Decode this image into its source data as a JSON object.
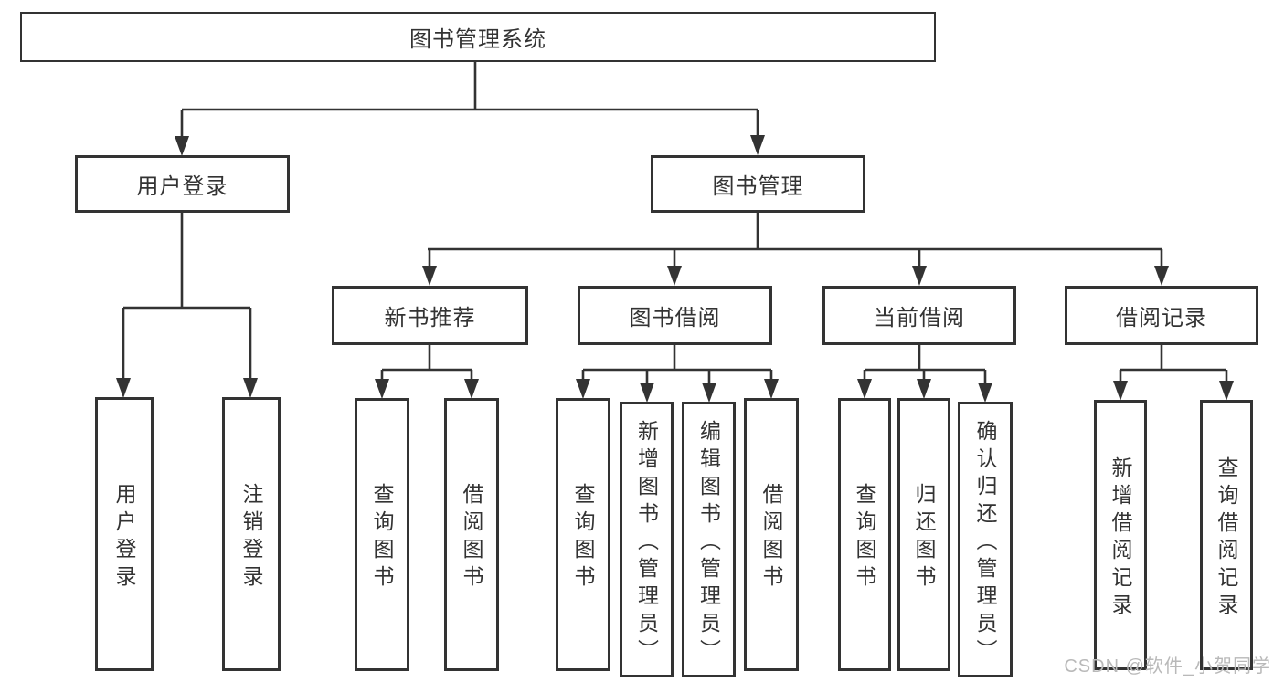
{
  "diagram": {
    "root": {
      "label": "图书管理系统"
    },
    "branches": [
      {
        "label": "用户登录",
        "children": [
          {
            "label": "用户登录"
          },
          {
            "label": "注销登录"
          }
        ]
      },
      {
        "label": "图书管理",
        "children": [
          {
            "label": "新书推荐",
            "children": [
              {
                "label": "查询图书"
              },
              {
                "label": "借阅图书"
              }
            ]
          },
          {
            "label": "图书借阅",
            "children": [
              {
                "label": "查询图书"
              },
              {
                "label": "新增图书（管理员）"
              },
              {
                "label": "编辑图书（管理员）"
              },
              {
                "label": "借阅图书"
              }
            ]
          },
          {
            "label": "当前借阅",
            "children": [
              {
                "label": "查询图书"
              },
              {
                "label": "归还图书"
              },
              {
                "label": "确认归还（管理员）"
              }
            ]
          },
          {
            "label": "借阅记录",
            "children": [
              {
                "label": "新增借阅记录"
              },
              {
                "label": "查询借阅记录"
              }
            ]
          }
        ]
      }
    ]
  },
  "watermark": {
    "text": "CSDN @软件_小贺同学"
  },
  "colors": {
    "line": "#333333",
    "box_border": "#333333",
    "text": "#333333",
    "watermark": "#b9b9b9",
    "background": "#ffffff"
  }
}
